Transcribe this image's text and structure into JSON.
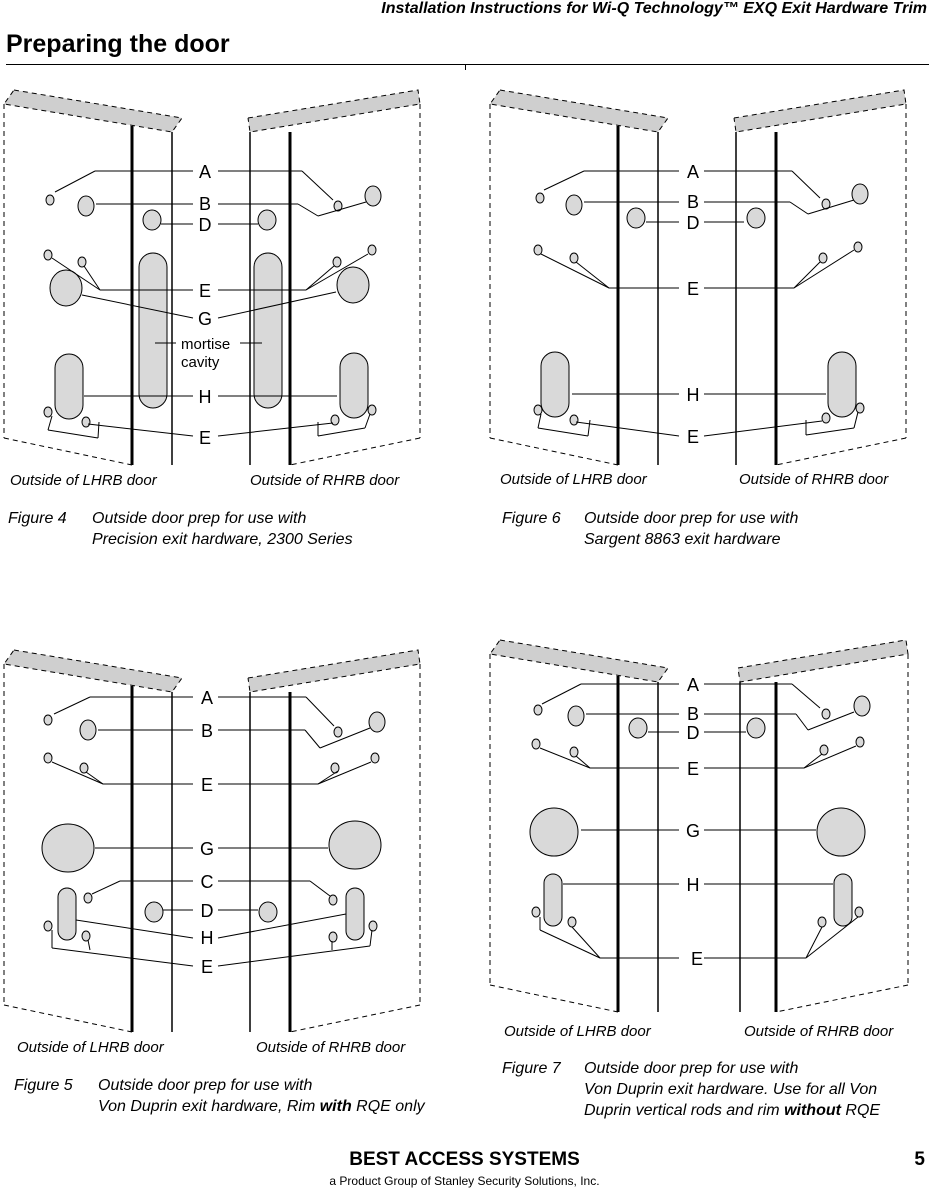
{
  "header": {
    "doc_title": "Installation Instructions for Wi-Q Technology™ EXQ Exit Hardware Trim"
  },
  "page_title": "Preparing the door",
  "figures": [
    {
      "id": "fig4",
      "door_left_label": "Outside of LHRB door",
      "door_right_label": "Outside of RHRB door",
      "hole_labels": [
        "A",
        "B",
        "D",
        "E",
        "G",
        "H",
        "E"
      ],
      "cavity_label_1": "mortise",
      "cavity_label_2": "cavity",
      "caption_number": "Figure 4",
      "caption_line1": "Outside door prep for use with",
      "caption_line2": "Precision exit hardware, 2300 Series"
    },
    {
      "id": "fig6",
      "door_left_label": "Outside of LHRB door",
      "door_right_label": "Outside of RHRB door",
      "hole_labels": [
        "A",
        "B",
        "D",
        "E",
        "H",
        "E"
      ],
      "caption_number": "Figure 6",
      "caption_line1": "Outside door prep for use with",
      "caption_line2": "Sargent 8863 exit hardware"
    },
    {
      "id": "fig5",
      "door_left_label": "Outside of LHRB door",
      "door_right_label": "Outside of RHRB door",
      "hole_labels": [
        "A",
        "B",
        "E",
        "G",
        "C",
        "D",
        "H",
        "E"
      ],
      "caption_number": "Figure 5",
      "caption_line1": "Outside door prep for use with",
      "caption_line2_pre": "Von Duprin exit hardware, Rim ",
      "caption_line2_bold": "with",
      "caption_line2_post": " RQE only"
    },
    {
      "id": "fig7",
      "door_left_label": "Outside of LHRB door",
      "door_right_label": "Outside of RHRB door",
      "hole_labels": [
        "A",
        "B",
        "D",
        "E",
        "G",
        "H",
        "E"
      ],
      "caption_number": "Figure 7",
      "caption_line1": "Outside door prep for use with",
      "caption_line2": "Von Duprin exit hardware. Use for all Von",
      "caption_line3_pre": "Duprin vertical rods and rim ",
      "caption_line3_bold": "without",
      "caption_line3_post": " RQE"
    }
  ],
  "footer": {
    "brand": "BEST ACCESS SYSTEMS",
    "subline": "a Product Group of Stanley Security Solutions, Inc.",
    "page_number": "5"
  },
  "colors": {
    "hole_fill": "#d9d9d9",
    "door_top_fill": "#cfcfcf",
    "ink": "#000000"
  }
}
